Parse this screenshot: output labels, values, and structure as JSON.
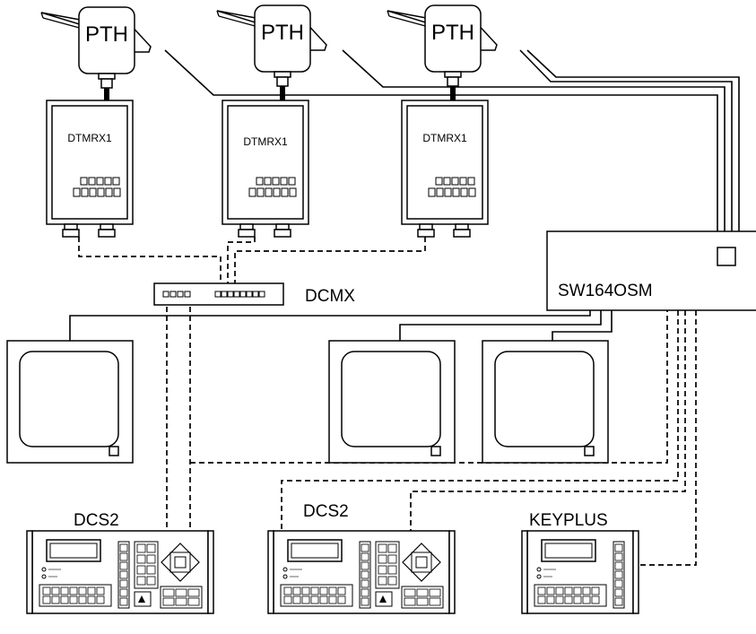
{
  "cameras": [
    {
      "label": "PTH"
    },
    {
      "label": "PTH"
    },
    {
      "label": "PTH"
    }
  ],
  "receivers": [
    {
      "label": "DTMRX1"
    },
    {
      "label": "DTMRX1"
    },
    {
      "label": "DTMRX1"
    }
  ],
  "distributor": {
    "label": "DCMX"
  },
  "switcher": {
    "label": "SW164OSM"
  },
  "keyboards": [
    {
      "label": "DCS2"
    },
    {
      "label": "DCS2"
    },
    {
      "label": "KEYPLUS"
    }
  ]
}
